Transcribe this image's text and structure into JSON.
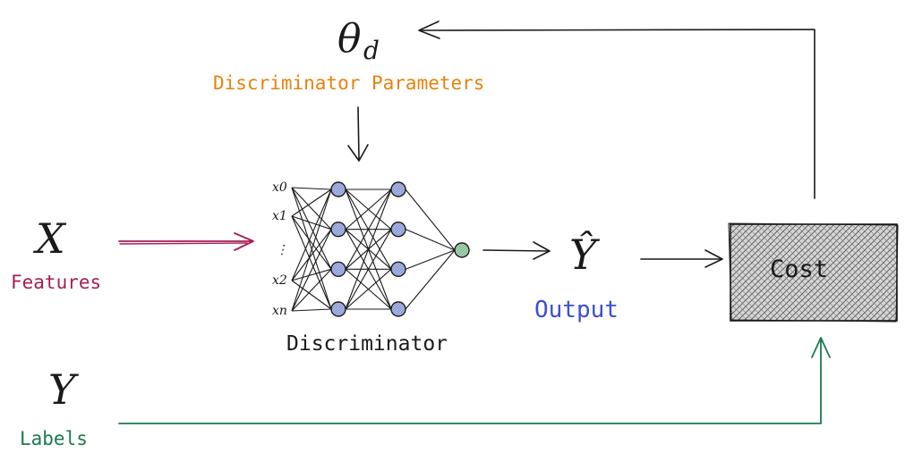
{
  "theta": {
    "symbol": "θ",
    "subscript": "d"
  },
  "param_label": {
    "text": "Discriminator Parameters",
    "color": "#e8820c"
  },
  "features": {
    "symbol": "X",
    "label": "Features",
    "color": "#a51f55"
  },
  "labels": {
    "symbol": "Y",
    "label": "Labels",
    "color": "#1a7a4e"
  },
  "network": {
    "caption": "Discriminator",
    "inputs": [
      "x0",
      "x1",
      "⋮",
      "x2",
      "xn"
    ],
    "hidden_node_color": "#a9b7e6",
    "output_node_color": "#a6d9a6",
    "hidden_layers": [
      4,
      4
    ],
    "output_nodes": 1
  },
  "output": {
    "symbol": "Ŷ",
    "label": "Output",
    "color": "#3b4fcf"
  },
  "cost": {
    "label": "Cost",
    "fill": "#d4d4d4"
  },
  "colors": {
    "ink": "#1a1a1a"
  }
}
